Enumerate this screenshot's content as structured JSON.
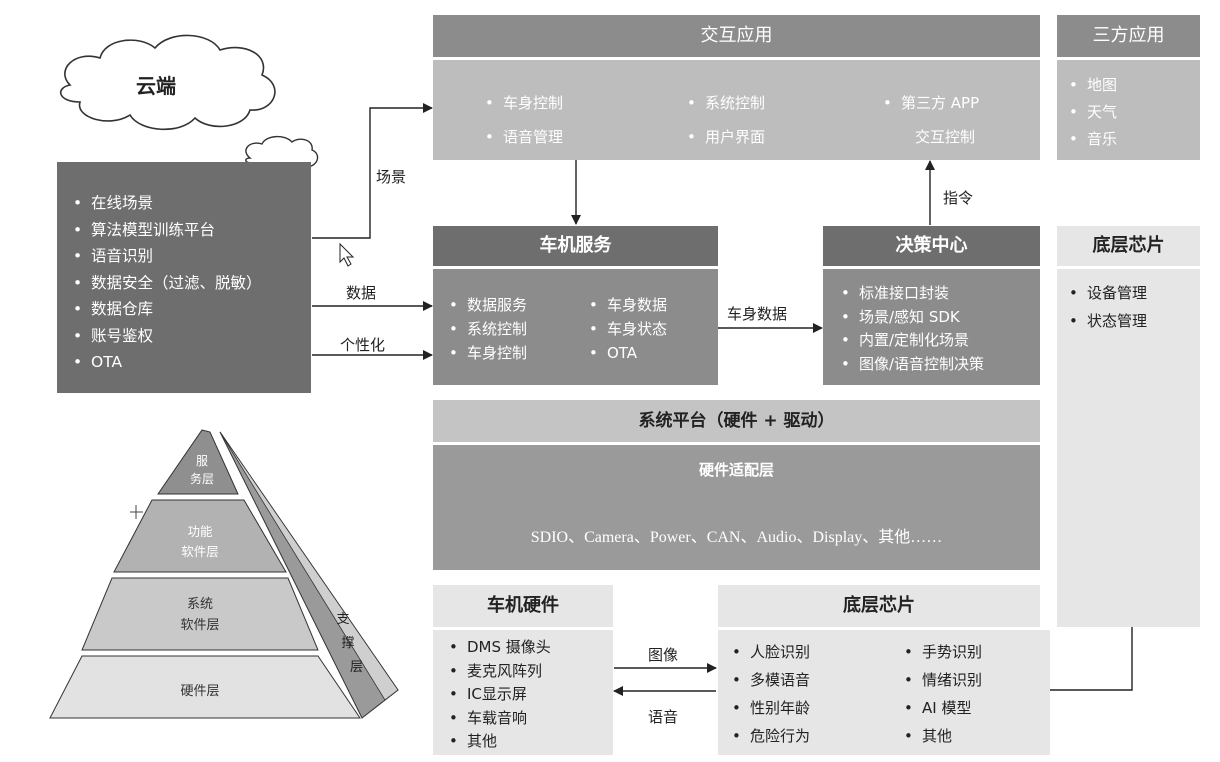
{
  "cloud": {
    "label": "云端",
    "items": [
      "在线场景",
      "算法模型训练平台",
      "语音识别",
      "数据安全（过滤、脱敏）",
      "数据仓库",
      "账号鉴权",
      "OTA"
    ]
  },
  "interaction_apps": {
    "title": "交互应用",
    "col1": [
      "车身控制",
      "语音管理"
    ],
    "col2": [
      "系统控制",
      "用户界面"
    ],
    "col3_line1": "第三方 APP",
    "col3_line2": "交互控制"
  },
  "third_party_apps": {
    "title": "三方应用",
    "items": [
      "地图",
      "天气",
      "音乐"
    ]
  },
  "head_unit_service": {
    "title": "车机服务",
    "col1": [
      "数据服务",
      "系统控制",
      "车身控制"
    ],
    "col2": [
      "车身数据",
      "车身状态",
      "OTA"
    ]
  },
  "decision_center": {
    "title": "决策中心",
    "items": [
      "标准接口封装",
      "场景/感知 SDK",
      "内置/定制化场景",
      "图像/语音控制决策"
    ]
  },
  "bottom_chip_right": {
    "title": "底层芯片",
    "items": [
      "设备管理",
      "状态管理"
    ]
  },
  "system_platform": {
    "title": "系统平台（硬件 + 驱动）",
    "adaptation_title": "硬件适配层",
    "adaptation_items": "SDIO、Camera、Power、CAN、Audio、Display、其他……"
  },
  "head_unit_hardware": {
    "title": "车机硬件",
    "items": [
      "DMS 摄像头",
      "麦克风阵列",
      "IC显示屏",
      "车载音响",
      "其他"
    ]
  },
  "bottom_chip_center": {
    "title": "底层芯片",
    "col1": [
      "人脸识别",
      "多模语音",
      "性别年龄",
      "危险行为"
    ],
    "col2": [
      "手势识别",
      "情绪识别",
      "AI 模型",
      "其他"
    ]
  },
  "arrows": {
    "scene": "场景",
    "data": "数据",
    "personalization": "个性化",
    "body_data": "车身数据",
    "command": "指令",
    "image": "图像",
    "voice": "语音"
  },
  "pyramid": {
    "service_line1": "服",
    "service_line2": "务层",
    "function_line1": "功能",
    "function_line2": "软件层",
    "system_line1": "系统",
    "system_line2": "软件层",
    "hardware": "硬件层",
    "support_line1": "支",
    "support_line2": "撑",
    "support_line3": "层"
  }
}
